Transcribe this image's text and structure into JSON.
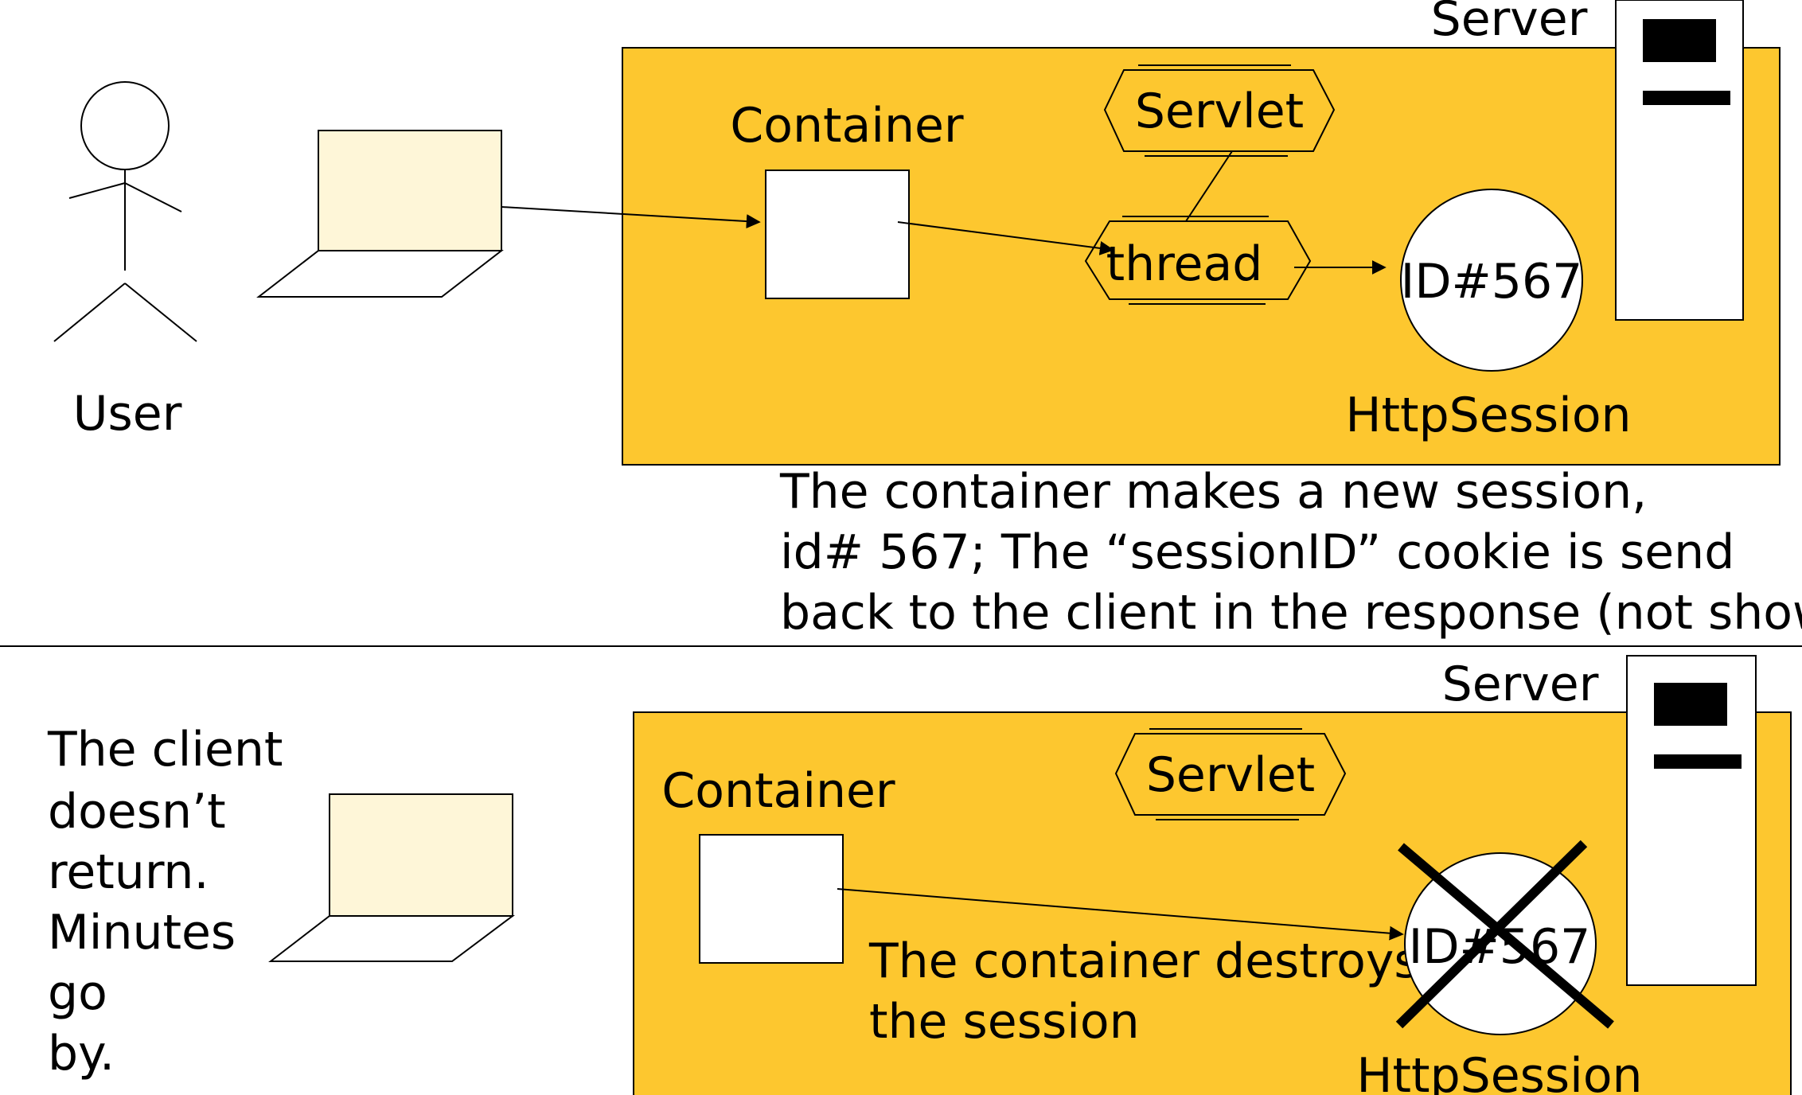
{
  "top_panel": {
    "server_label": "Server",
    "container_label": "Container",
    "servlet_label": "Servlet",
    "thread_label": "thread",
    "session_id": "ID#567",
    "session_label": "HttpSession",
    "user_label": "User",
    "caption_lines": [
      "The container makes a new session,",
      "id# 567; The “sessionID” cookie is send",
      "back to the client in the response (not shown)"
    ]
  },
  "bottom_panel": {
    "server_label": "Server",
    "container_label": "Container",
    "servlet_label": "Servlet",
    "session_id": "ID#567",
    "session_label": "HttpSession",
    "client_note_lines": [
      "The client",
      "doesn’t",
      "return.",
      "Minutes",
      "go",
      "by."
    ],
    "destroy_caption_lines": [
      "The container destroys",
      "the session"
    ]
  },
  "colors": {
    "server_area": "#FDC72F",
    "laptop_screen": "#FEF6D8",
    "stroke": "#000000",
    "white": "#FFFFFF"
  }
}
